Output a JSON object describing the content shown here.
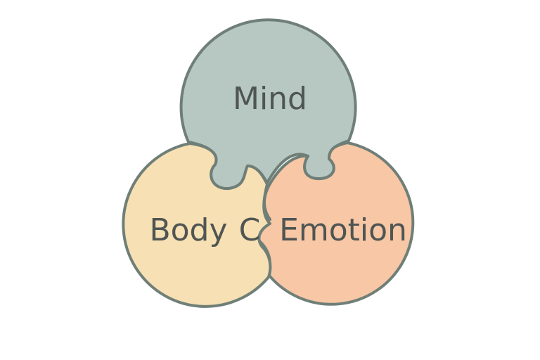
{
  "diagram": {
    "pieces": [
      {
        "id": "mind",
        "label": "Mind",
        "color": "#b7c8c3"
      },
      {
        "id": "body",
        "label": "Body",
        "color": "#f7e0b3"
      },
      {
        "id": "emotion",
        "label": "Emotion",
        "color": "#f8c7a5"
      }
    ],
    "connector_glyph": "C",
    "stroke_color": "#6f7f78",
    "text_color": "#4f5553"
  }
}
